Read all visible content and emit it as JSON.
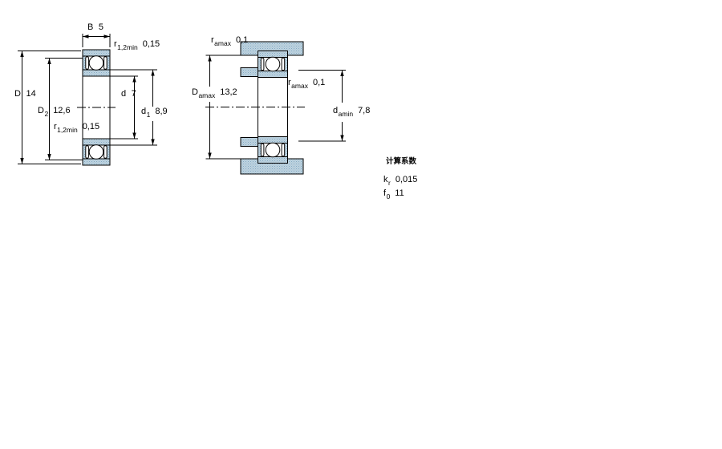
{
  "left_view": {
    "dims": {
      "B": {
        "sym": "B",
        "sub": "",
        "val": "5"
      },
      "r12_top": {
        "sym": "r",
        "sub": "1,2min",
        "val": "0,15"
      },
      "D": {
        "sym": "D",
        "sub": "",
        "val": "14"
      },
      "D2": {
        "sym": "D",
        "sub": "2",
        "val": "12,6"
      },
      "d": {
        "sym": "d",
        "sub": "",
        "val": "7"
      },
      "d1": {
        "sym": "d",
        "sub": "1",
        "val": "8,9"
      },
      "r12_bottom": {
        "sym": "r",
        "sub": "1,2min",
        "val": "0,15"
      }
    }
  },
  "right_view": {
    "dims": {
      "ra_top": {
        "sym": "r",
        "sub": "amax",
        "val": "0,1"
      },
      "Da": {
        "sym": "D",
        "sub": "amax",
        "val": "13,2"
      },
      "ra_mid": {
        "sym": "r",
        "sub": "amax",
        "val": "0,1"
      },
      "da": {
        "sym": "d",
        "sub": "amin",
        "val": "7,8"
      }
    }
  },
  "calc_factors": {
    "heading": "计算系数",
    "rows": [
      {
        "sym": "k",
        "sub": "r",
        "val": "0,015"
      },
      {
        "sym": "f",
        "sub": "0",
        "val": "11"
      }
    ]
  },
  "colors": {
    "hatch_fill": "#bdd3e0",
    "hatch_dot": "#87aac3",
    "line": "#000000",
    "background": "#ffffff"
  }
}
